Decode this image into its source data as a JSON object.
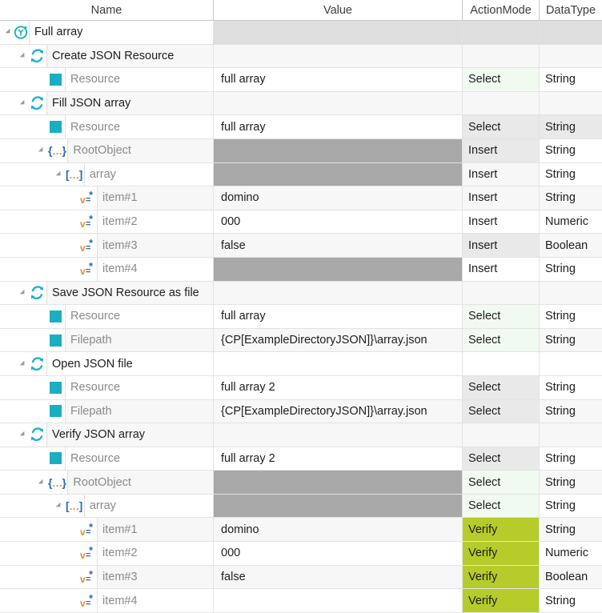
{
  "columns": [
    {
      "key": "name",
      "label": "Name"
    },
    {
      "key": "value",
      "label": "Value"
    },
    {
      "key": "mode",
      "label": "ActionMode"
    },
    {
      "key": "type",
      "label": "DataType"
    }
  ],
  "colors": {
    "accent_teal": "#1aafc0",
    "verify_green": "#b5cc2b",
    "select_green": "#f1faf0",
    "gray_cell": "#a8a8a8",
    "icon_blue": "#2b6ab5",
    "icon_orange": "#e8872a"
  },
  "rows": [
    {
      "name": "Full array",
      "value": "",
      "mode": "",
      "type": "",
      "depth": 0,
      "icon": "root-icon",
      "expander": true,
      "nameStyle": "dark",
      "valueFill": "grayl",
      "rowFill": "white",
      "modeFill": "grayl",
      "typeFill": "grayl"
    },
    {
      "name": "Create JSON Resource",
      "value": "",
      "mode": "",
      "type": "",
      "depth": 1,
      "icon": "action-icon",
      "expander": true,
      "nameStyle": "dark",
      "valueFill": "light",
      "rowFill": "light",
      "modeFill": "light",
      "typeFill": "light"
    },
    {
      "name": "Resource",
      "value": "full array",
      "mode": "Select",
      "type": "String",
      "depth": 2,
      "icon": "parameter-square-icon",
      "expander": false,
      "nameStyle": "gray",
      "valueFill": "white",
      "rowFill": "white",
      "modeFill": "green",
      "typeFill": "white"
    },
    {
      "name": "Fill JSON array",
      "value": "",
      "mode": "",
      "type": "",
      "depth": 1,
      "icon": "action-icon",
      "expander": true,
      "nameStyle": "dark",
      "valueFill": "light",
      "rowFill": "light",
      "modeFill": "light",
      "typeFill": "light"
    },
    {
      "name": "Resource",
      "value": "full array",
      "mode": "Select",
      "type": "String",
      "depth": 2,
      "icon": "parameter-square-icon",
      "expander": false,
      "nameStyle": "gray",
      "valueFill": "white",
      "rowFill": "white",
      "modeFill": "stripe",
      "typeFill": "stripe"
    },
    {
      "name": "RootObject",
      "value": "",
      "mode": "Insert",
      "type": "String",
      "depth": 2,
      "icon": "json-object-icon",
      "expander": true,
      "nameStyle": "gray",
      "valueFill": "gray",
      "rowFill": "light",
      "modeFill": "stripe",
      "typeFill": "white"
    },
    {
      "name": "array",
      "value": "",
      "mode": "Insert",
      "type": "String",
      "depth": 3,
      "icon": "json-array-icon",
      "expander": true,
      "nameStyle": "gray",
      "valueFill": "gray",
      "rowFill": "white",
      "modeFill": "light",
      "typeFill": "white"
    },
    {
      "name": "item#1",
      "value": "domino",
      "mode": "Insert",
      "type": "String",
      "depth": 4,
      "icon": "json-item-icon",
      "expander": false,
      "nameStyle": "gray",
      "valueFill": "light",
      "rowFill": "light",
      "modeFill": "light",
      "typeFill": "light"
    },
    {
      "name": "item#2",
      "value": "000",
      "mode": "Insert",
      "type": "Numeric",
      "depth": 4,
      "icon": "json-item-icon",
      "expander": false,
      "nameStyle": "gray",
      "valueFill": "white",
      "rowFill": "white",
      "modeFill": "white",
      "typeFill": "white"
    },
    {
      "name": "item#3",
      "value": "false",
      "mode": "Insert",
      "type": "Boolean",
      "depth": 4,
      "icon": "json-item-icon",
      "expander": false,
      "nameStyle": "gray",
      "valueFill": "light",
      "rowFill": "light",
      "modeFill": "stripe",
      "typeFill": "light"
    },
    {
      "name": "item#4",
      "value": "",
      "mode": "Insert",
      "type": "String",
      "depth": 4,
      "icon": "json-item-icon",
      "expander": false,
      "nameStyle": "gray",
      "valueFill": "gray",
      "rowFill": "white",
      "modeFill": "white",
      "typeFill": "white"
    },
    {
      "name": "Save JSON Resource as file",
      "value": "",
      "mode": "",
      "type": "",
      "depth": 1,
      "icon": "action-icon",
      "expander": true,
      "nameStyle": "dark",
      "valueFill": "light",
      "rowFill": "light",
      "modeFill": "light",
      "typeFill": "light"
    },
    {
      "name": "Resource",
      "value": "full array",
      "mode": "Select",
      "type": "String",
      "depth": 2,
      "icon": "parameter-square-icon",
      "expander": false,
      "nameStyle": "gray",
      "valueFill": "white",
      "rowFill": "white",
      "modeFill": "green",
      "typeFill": "white"
    },
    {
      "name": "Filepath",
      "value": "{CP[ExampleDirectoryJSON]}\\array.json",
      "mode": "Select",
      "type": "String",
      "depth": 2,
      "icon": "parameter-square-icon",
      "expander": false,
      "nameStyle": "gray",
      "valueFill": "light",
      "rowFill": "light",
      "modeFill": "green",
      "typeFill": "light"
    },
    {
      "name": "Open JSON file",
      "value": "",
      "mode": "",
      "type": "",
      "depth": 1,
      "icon": "action-icon",
      "expander": true,
      "nameStyle": "dark",
      "valueFill": "white",
      "rowFill": "white",
      "modeFill": "white",
      "typeFill": "white"
    },
    {
      "name": "Resource",
      "value": "full array 2",
      "mode": "Select",
      "type": "String",
      "depth": 2,
      "icon": "parameter-square-icon",
      "expander": false,
      "nameStyle": "gray",
      "valueFill": "white",
      "rowFill": "white",
      "modeFill": "stripe",
      "typeFill": "white"
    },
    {
      "name": "Filepath",
      "value": "{CP[ExampleDirectoryJSON]}\\array.json",
      "mode": "Select",
      "type": "String",
      "depth": 2,
      "icon": "parameter-square-icon",
      "expander": false,
      "nameStyle": "gray",
      "valueFill": "light",
      "rowFill": "light",
      "modeFill": "stripe",
      "typeFill": "light"
    },
    {
      "name": "Verify JSON array",
      "value": "",
      "mode": "",
      "type": "",
      "depth": 1,
      "icon": "action-icon",
      "expander": true,
      "nameStyle": "dark",
      "valueFill": "light",
      "rowFill": "light",
      "modeFill": "light",
      "typeFill": "light"
    },
    {
      "name": "Resource",
      "value": "full array 2",
      "mode": "Select",
      "type": "String",
      "depth": 2,
      "icon": "parameter-square-icon",
      "expander": false,
      "nameStyle": "gray",
      "valueFill": "white",
      "rowFill": "white",
      "modeFill": "stripe",
      "typeFill": "white"
    },
    {
      "name": "RootObject",
      "value": "",
      "mode": "Select",
      "type": "String",
      "depth": 2,
      "icon": "json-object-icon",
      "expander": true,
      "nameStyle": "gray",
      "valueFill": "gray",
      "rowFill": "light",
      "modeFill": "green",
      "typeFill": "light"
    },
    {
      "name": "array",
      "value": "",
      "mode": "Select",
      "type": "String",
      "depth": 3,
      "icon": "json-array-icon",
      "expander": true,
      "nameStyle": "gray",
      "valueFill": "gray",
      "rowFill": "white",
      "modeFill": "green",
      "typeFill": "white"
    },
    {
      "name": "item#1",
      "value": "domino",
      "mode": "Verify",
      "type": "String",
      "depth": 4,
      "icon": "json-item-icon",
      "expander": false,
      "nameStyle": "gray",
      "valueFill": "light",
      "rowFill": "light",
      "modeFill": "verify",
      "typeFill": "light"
    },
    {
      "name": "item#2",
      "value": "000",
      "mode": "Verify",
      "type": "Numeric",
      "depth": 4,
      "icon": "json-item-icon",
      "expander": false,
      "nameStyle": "gray",
      "valueFill": "white",
      "rowFill": "white",
      "modeFill": "verify",
      "typeFill": "white"
    },
    {
      "name": "item#3",
      "value": "false",
      "mode": "Verify",
      "type": "Boolean",
      "depth": 4,
      "icon": "json-item-icon",
      "expander": false,
      "nameStyle": "gray",
      "valueFill": "light",
      "rowFill": "light",
      "modeFill": "verify",
      "typeFill": "light"
    },
    {
      "name": "item#4",
      "value": "",
      "mode": "Verify",
      "type": "String",
      "depth": 4,
      "icon": "json-item-icon",
      "expander": false,
      "nameStyle": "gray",
      "valueFill": "white",
      "rowFill": "white",
      "modeFill": "verify",
      "typeFill": "white"
    }
  ]
}
